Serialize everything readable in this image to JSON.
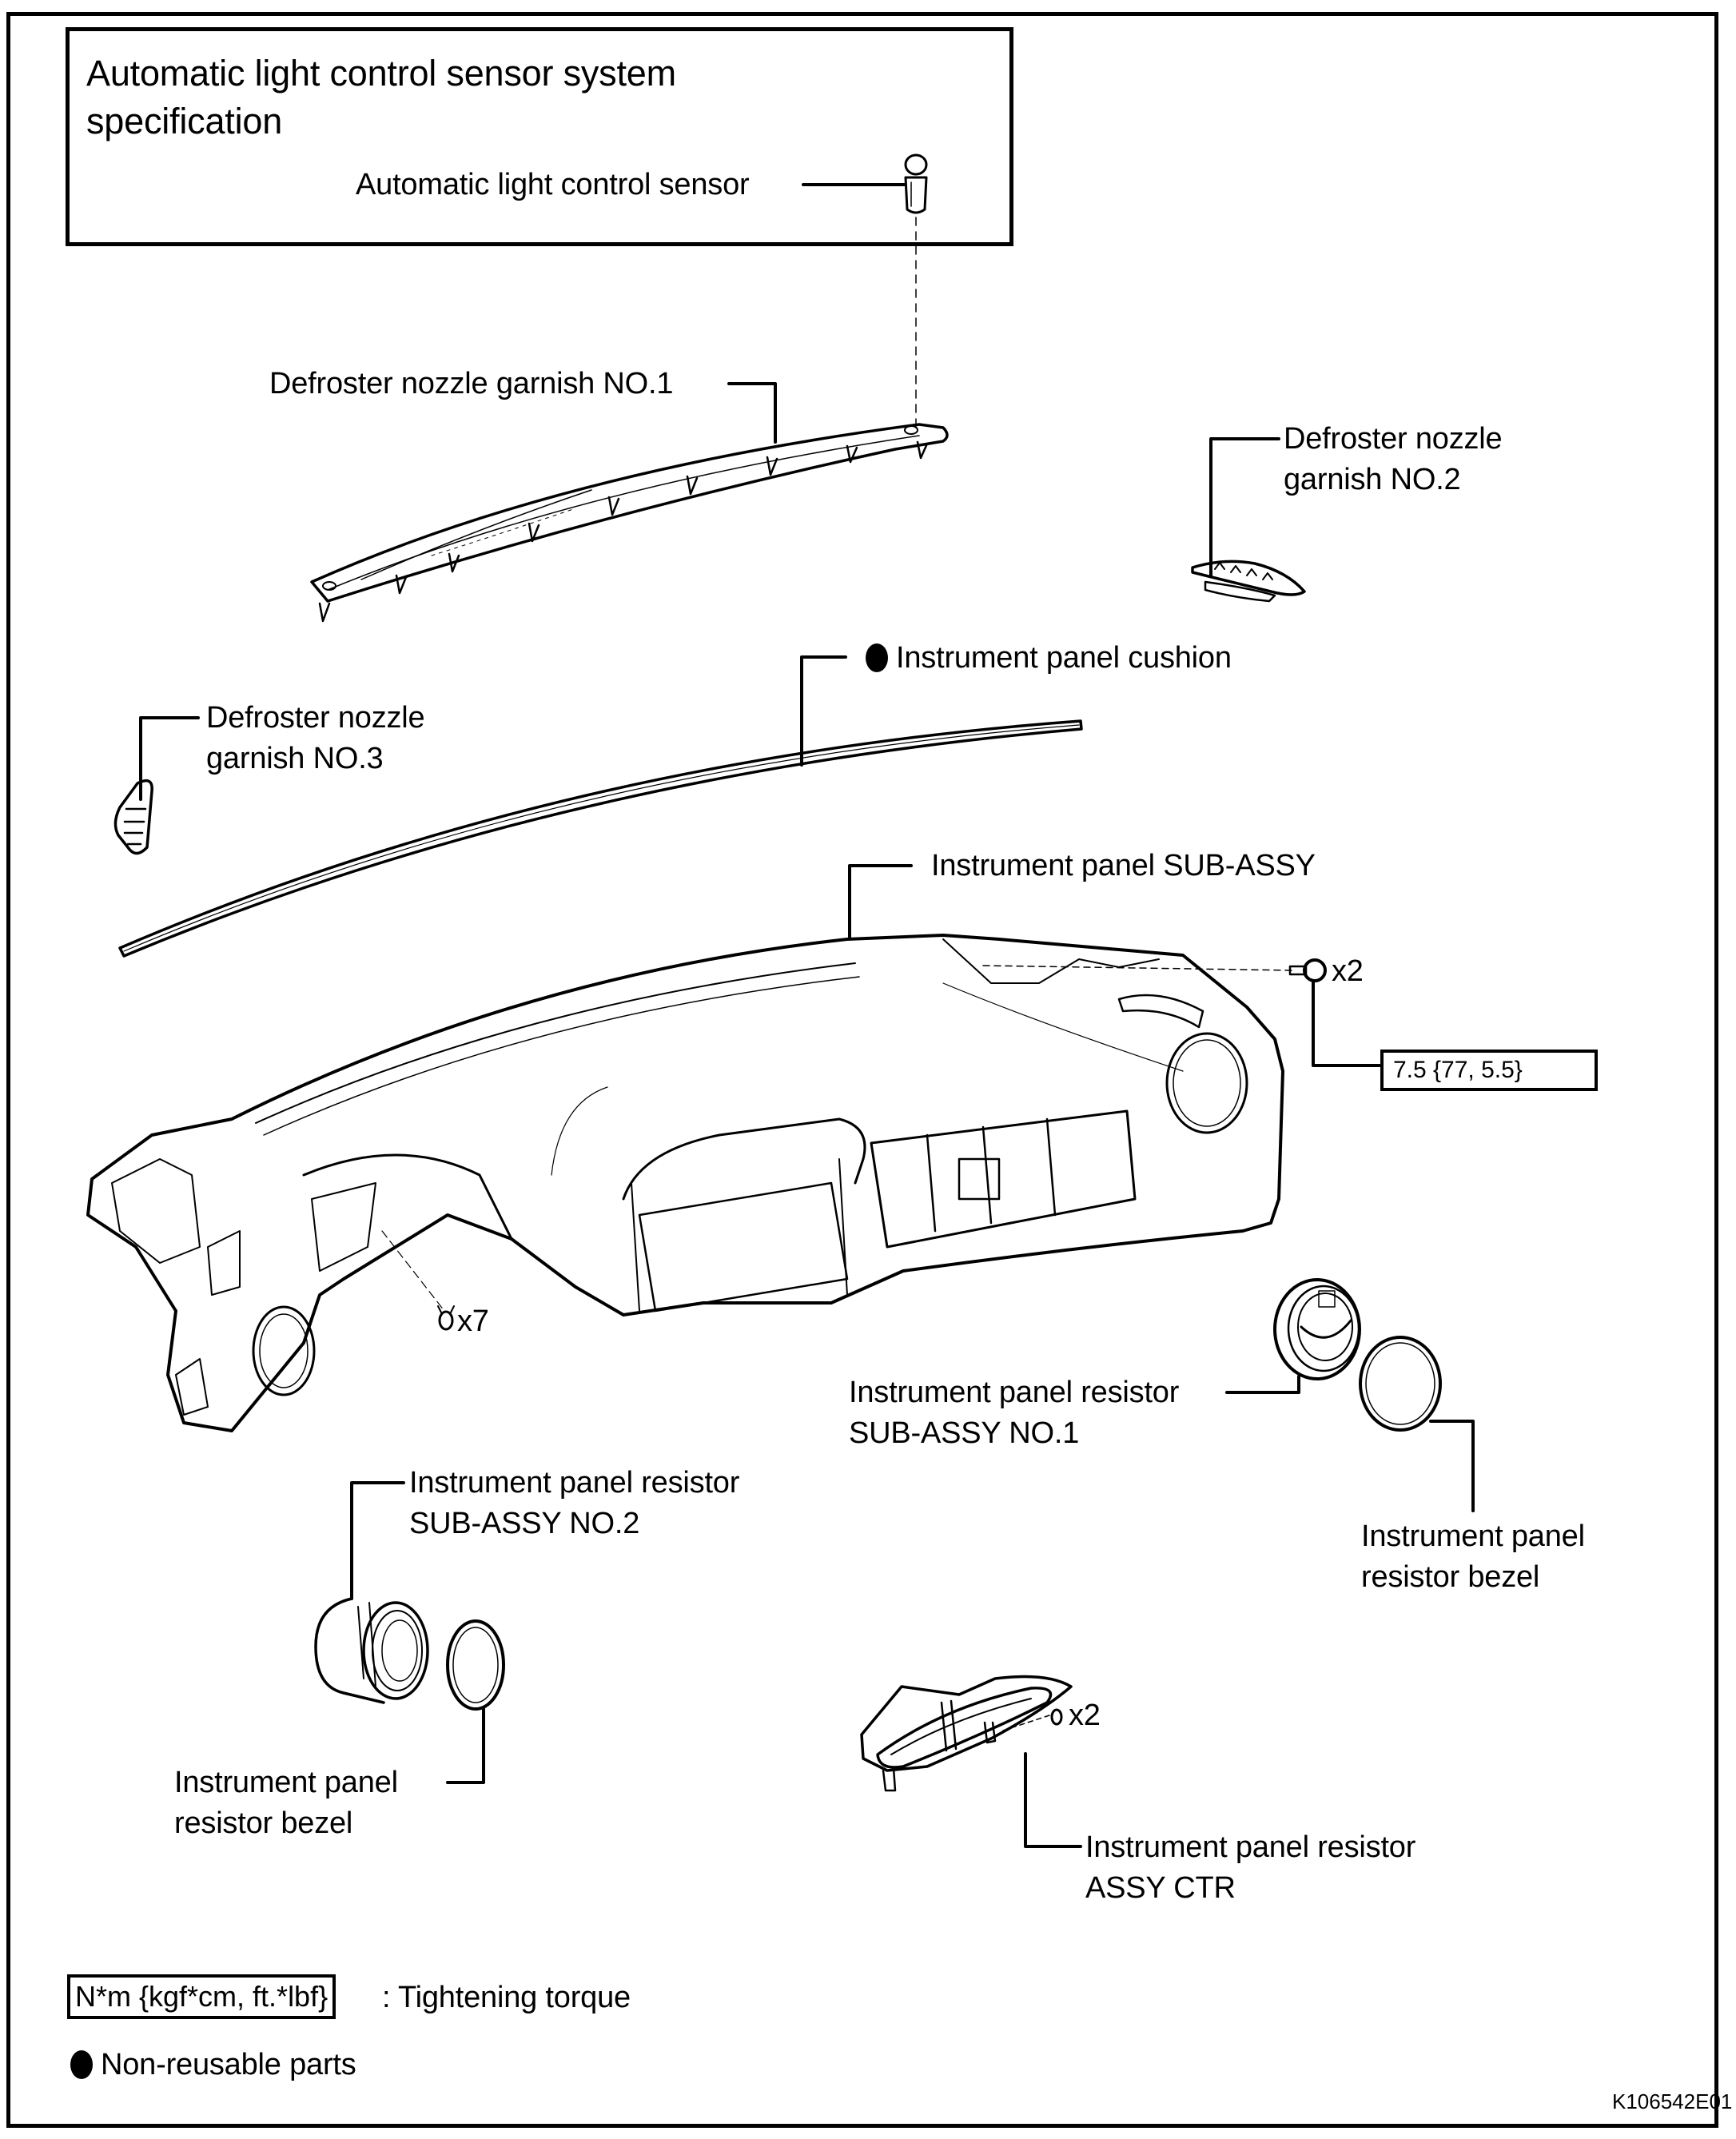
{
  "spec_box": {
    "title_line1": "Automatic light control sensor system",
    "title_line2": "specification",
    "sensor_label": "Automatic light control sensor"
  },
  "parts": {
    "defroster_no1": "Defroster nozzle garnish NO.1",
    "defroster_no2_line1": "Defroster nozzle",
    "defroster_no2_line2": "garnish NO.2",
    "defroster_no3_line1": "Defroster nozzle",
    "defroster_no3_line2": "garnish NO.3",
    "cushion": "Instrument panel cushion",
    "panel_sub_assy": "Instrument panel SUB-ASSY",
    "resistor_no1_line1": "Instrument panel resistor",
    "resistor_no1_line2": "SUB-ASSY NO.1",
    "bezel_right_line1": "Instrument panel",
    "bezel_right_line2": "resistor bezel",
    "resistor_no2_line1": "Instrument panel resistor",
    "resistor_no2_line2": "SUB-ASSY NO.2",
    "bezel_left_line1": "Instrument panel",
    "bezel_left_line2": "resistor bezel",
    "resistor_ctr_line1": "Instrument panel resistor",
    "resistor_ctr_line2": "ASSY CTR"
  },
  "fasteners": {
    "panel_bolt_qty": "x2",
    "panel_screw_qty": "x7",
    "ctr_screw_qty": "x2",
    "panel_bolt_torque": "7.5 {77, 5.5}"
  },
  "legend": {
    "torque_units": "N*m  {kgf*cm, ft.*lbf}",
    "torque_desc": ": Tightening  torque",
    "non_reusable": "Non-reusable parts"
  },
  "figure_code": "K106542E01"
}
